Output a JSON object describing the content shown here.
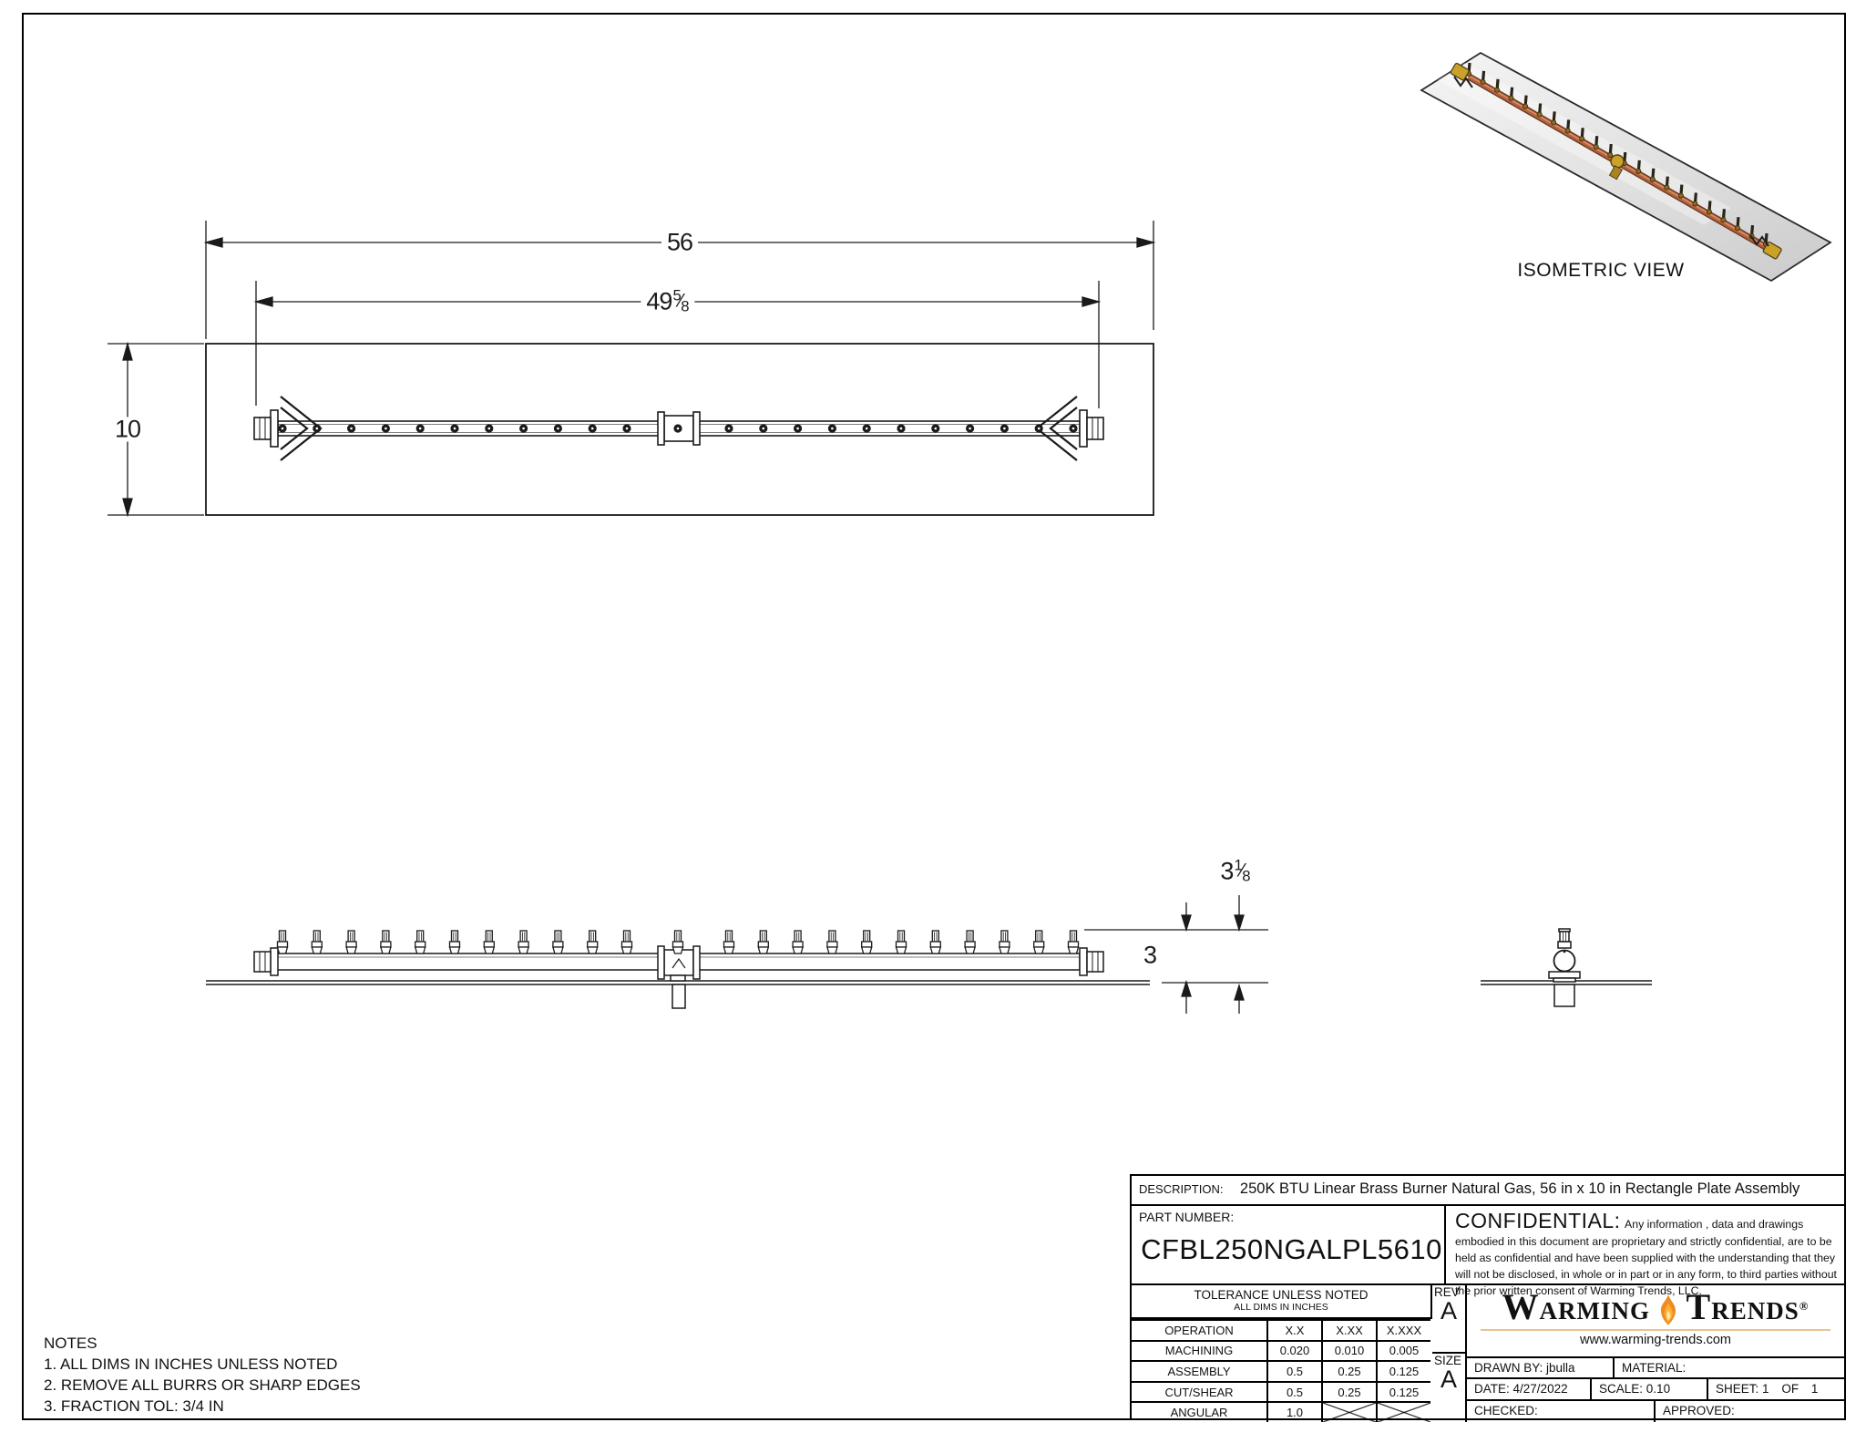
{
  "colors": {
    "line": "#1a1a1a",
    "brand_orange": "#f08a21",
    "brand_orange_light": "#f9b233",
    "brand_underline": "#e7c493",
    "copper_tube": "#b2603d",
    "copper_dark": "#6b3a22",
    "brass": "#c9a227",
    "plate_gray": "#e9e9e9"
  },
  "views": {
    "isometric_label": "ISOMETRIC VIEW"
  },
  "dims": {
    "plate_width": "56",
    "plate_depth": "10",
    "burner_length_whole": "49",
    "burner_length_num": "5",
    "burner_length_den": "8",
    "overall_height_whole": "3",
    "overall_height_num": "1",
    "overall_height_den": "8",
    "burner_height": "3"
  },
  "notes": {
    "title": "NOTES",
    "items": [
      "1. ALL DIMS IN INCHES UNLESS NOTED",
      "2. REMOVE ALL BURRS OR SHARP EDGES",
      "3. FRACTION TOL: 3/4 IN"
    ]
  },
  "title_block": {
    "description_label": "DESCRIPTION:",
    "description": "250K BTU Linear Brass Burner Natural Gas, 56 in x 10 in Rectangle Plate Assembly",
    "part_number_label": "PART NUMBER:",
    "part_number": "CFBL250NGALPL5610",
    "confidential_label": "CONFIDENTIAL:",
    "confidential_text": "Any information , data and drawings embodied in this document are proprietary and strictly confidential, are to be held as confidential and have been supplied with the understanding that they will not be disclosed, in whole or in part or in any form, to third parties without the prior written consent of Warming Trends, LLC.",
    "tolerance_title": "TOLERANCE UNLESS NOTED",
    "tolerance_subtitle": "ALL DIMS IN INCHES",
    "tolerance_table": {
      "headers": [
        "OPERATION",
        "X.X",
        "X.XX",
        "X.XXX"
      ],
      "rows": [
        [
          "MACHINING",
          "0.020",
          "0.010",
          "0.005"
        ],
        [
          "ASSEMBLY",
          "0.5",
          "0.25",
          "0.125"
        ],
        [
          "CUT/SHEAR",
          "0.5",
          "0.25",
          "0.125"
        ],
        [
          "ANGULAR",
          "1.0",
          "",
          ""
        ]
      ]
    },
    "rev_label": "REV",
    "rev": "A",
    "size_label": "SIZE",
    "size": "A",
    "brand": {
      "word1": "WARMING",
      "word2": "TRENDS",
      "registered": "®",
      "website": "www.warming-trends.com"
    },
    "drawn_by_label": "DRAWN BY:",
    "drawn_by": "jbulla",
    "material_label": "MATERIAL:",
    "material": "",
    "date_label": "DATE:",
    "date": "4/27/2022",
    "scale_label": "SCALE:",
    "scale": "0.10",
    "sheet_label": "SHEET:",
    "sheet_num": "1",
    "of_label": "OF",
    "sheet_total": "1",
    "checked_label": "CHECKED:",
    "checked": "",
    "approved_label": "APPROVED:",
    "approved": ""
  }
}
